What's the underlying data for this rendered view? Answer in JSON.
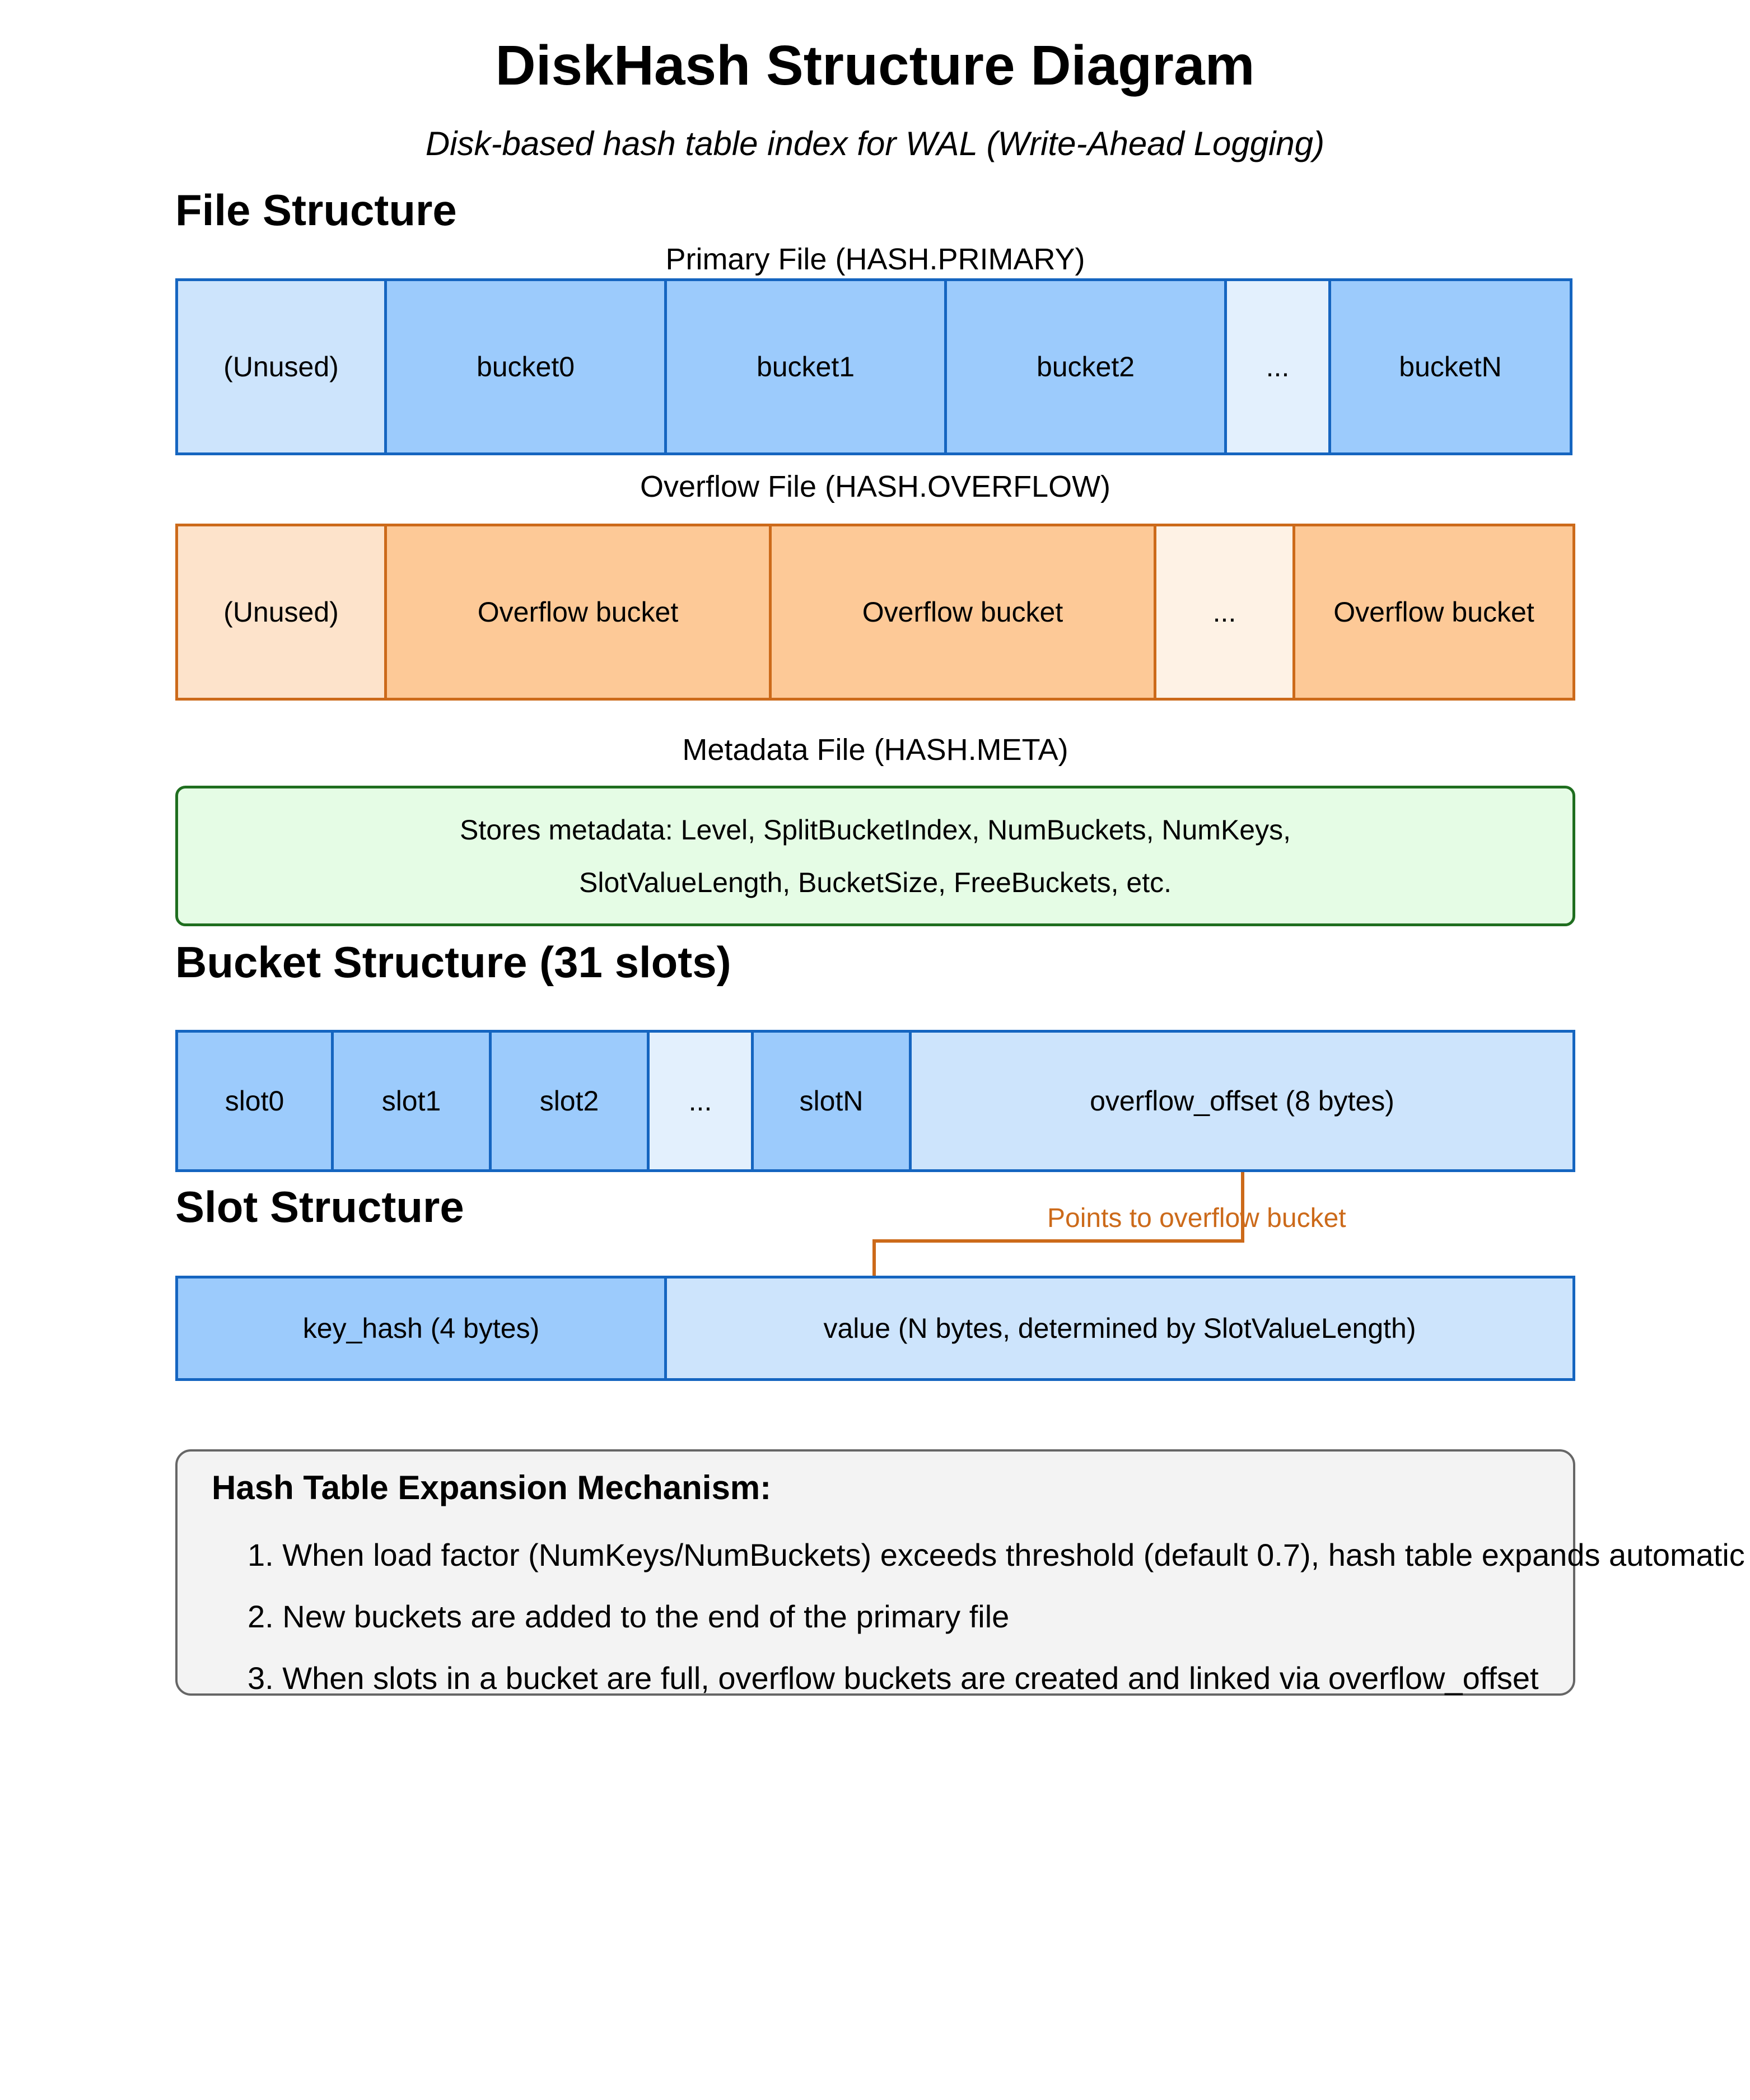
{
  "title": "DiskHash Structure Diagram",
  "subtitle": "Disk-based hash table index for WAL (Write-Ahead Logging)",
  "file_structure": {
    "heading": "File Structure",
    "primary": {
      "caption": "Primary File (HASH.PRIMARY)",
      "cells": [
        "(Unused)",
        "bucket0",
        "bucket1",
        "bucket2",
        "...",
        "bucketN"
      ]
    },
    "overflow": {
      "caption": "Overflow File (HASH.OVERFLOW)",
      "cells": [
        "(Unused)",
        "Overflow bucket",
        "Overflow bucket",
        "...",
        "Overflow bucket"
      ]
    },
    "metadata": {
      "caption": "Metadata File (HASH.META)",
      "line1": "Stores metadata: Level, SplitBucketIndex, NumBuckets, NumKeys,",
      "line2": "SlotValueLength, BucketSize, FreeBuckets, etc."
    }
  },
  "bucket_structure": {
    "heading": "Bucket Structure (31 slots)",
    "cells": [
      "slot0",
      "slot1",
      "slot2",
      "...",
      "slotN",
      "overflow_offset (8 bytes)"
    ]
  },
  "slot_structure": {
    "heading": "Slot Structure",
    "cells": [
      "key_hash (4 bytes)",
      "value (N bytes, determined by SlotValueLength)"
    ],
    "pointer_label": "Points to overflow bucket"
  },
  "expansion": {
    "heading": "Hash Table Expansion Mechanism:",
    "items": [
      "1. When load factor (NumKeys/NumBuckets) exceeds threshold (default 0.7), hash table expands automatic",
      "2. New buckets are added to the end of the primary file",
      "3. When slots in a bucket are full, overflow buckets are created and linked via overflow_offset"
    ]
  },
  "colors": {
    "blue_border": "#1565c0",
    "blue_fill": "#9ccbfc",
    "blue_light": "#cde4fc",
    "blue_lighter": "#e3f0fd",
    "orange_border": "#cc6a1a",
    "orange_fill": "#fdc997",
    "orange_light": "#fde3cb",
    "orange_lighter": "#fef2e5",
    "green_border": "#1f6e1f",
    "green_fill": "#e5fce5"
  }
}
